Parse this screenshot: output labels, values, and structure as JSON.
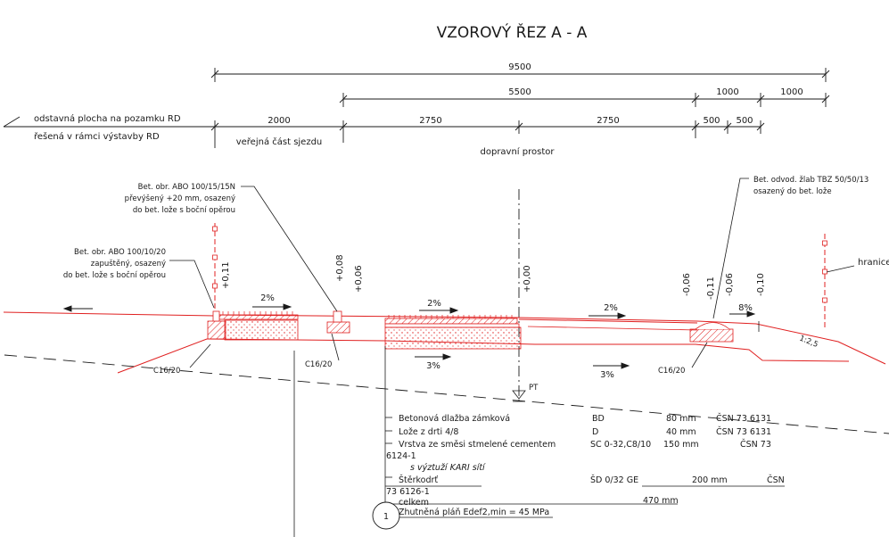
{
  "title": "VZOROVÝ ŘEZ A - A",
  "dimensions": {
    "total": "9500",
    "d5500": "5500",
    "d1000a": "1000",
    "d1000b": "1000",
    "d2000": "2000",
    "d2750a": "2750",
    "d2750b": "2750",
    "d500a": "500",
    "d500b": "500"
  },
  "labels": {
    "odstavna1": "odstavná plocha na pozamku RD",
    "odstavna2": "řešená v rámci výstavby RD",
    "verejna": "veřejná část sjezdu",
    "dopravni": "dopravní prostor",
    "hranice": "hranice",
    "pt": "PT",
    "slope_ratio": "1:2,5"
  },
  "notes": {
    "abo15_1": "Bet. obr. ABO 100/15/15N",
    "abo15_2": "převýšený +20 mm, osazený",
    "abo15_3": "do bet. lože s boční opěrou",
    "abo10_1": "Bet. obr. ABO 100/10/20",
    "abo10_2": "zapuštěný, osazený",
    "abo10_3": "do bet. lože s boční opěrou",
    "zlab1": "Bet. odvod. žlab TBZ 50/50/13",
    "zlab2": "osazený do bet. lože",
    "c16a": "C16/20",
    "c16b": "C16/20",
    "c16c": "C16/20"
  },
  "levels": {
    "l1": "+0,11",
    "l2": "+0,08",
    "l3": "+0,06",
    "l4": "+0,00",
    "l5": "-0,06",
    "l6": "-0,11",
    "l7": "-0,06",
    "l8": "-0,10"
  },
  "slopes": {
    "s1": "2%",
    "s2": "2%",
    "s3": "2%",
    "s4": "8%",
    "s5": "3%",
    "s6": "3%"
  },
  "layers": [
    {
      "name": "Betonová dlažba zámková",
      "code": "BD",
      "thickness": "80 mm",
      "norm": "ČSN 73 6131"
    },
    {
      "name": "Lože z drti 4/8",
      "code": "D",
      "thickness": "40 mm",
      "norm": "ČSN 73 6131"
    },
    {
      "name": "Vrstva ze směsi stmelené cementem",
      "code": "SC 0-32,C8/10",
      "thickness": "150 mm",
      "norm": "ČSN 73"
    },
    {
      "name": "6124-1",
      "code": "",
      "thickness": "",
      "norm": ""
    },
    {
      "name": "s výztuží KARI sítí",
      "code": "",
      "thickness": "",
      "norm": ""
    },
    {
      "name": "Štěrkodrť",
      "code": "ŠD 0/32 GE",
      "thickness": "200 mm",
      "norm": "ČSN"
    },
    {
      "name": "73 6126-1",
      "code": "",
      "thickness": "",
      "norm": ""
    },
    {
      "name": "celkem",
      "code": "",
      "thickness": "470 mm",
      "norm": ""
    },
    {
      "name": "Zhutněná pláň Edef2,min = 45 MPa",
      "code": "",
      "thickness": "",
      "norm": ""
    }
  ],
  "subgrade_marker": "1"
}
